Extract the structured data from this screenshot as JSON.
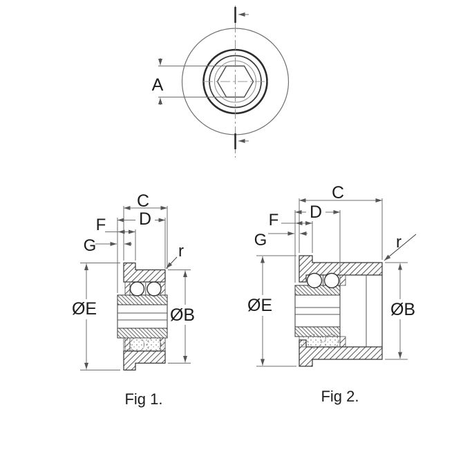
{
  "figure": {
    "front_view": {
      "dim_a": "A"
    },
    "fig1": {
      "caption": "Fig 1.",
      "dim_c": "C",
      "dim_d": "D",
      "dim_f": "F",
      "dim_g": "G",
      "dim_oe": "ØE",
      "dim_ob": "ØB",
      "dim_r": "r"
    },
    "fig2": {
      "caption": "Fig 2.",
      "dim_c": "C",
      "dim_d": "D",
      "dim_f": "F",
      "dim_g": "G",
      "dim_oe": "ØE",
      "dim_ob": "ØB",
      "dim_r": "r"
    },
    "colors": {
      "caption_blue": "#4350b4",
      "part_line": "#333333",
      "dim_line": "#6e6e6e"
    }
  }
}
